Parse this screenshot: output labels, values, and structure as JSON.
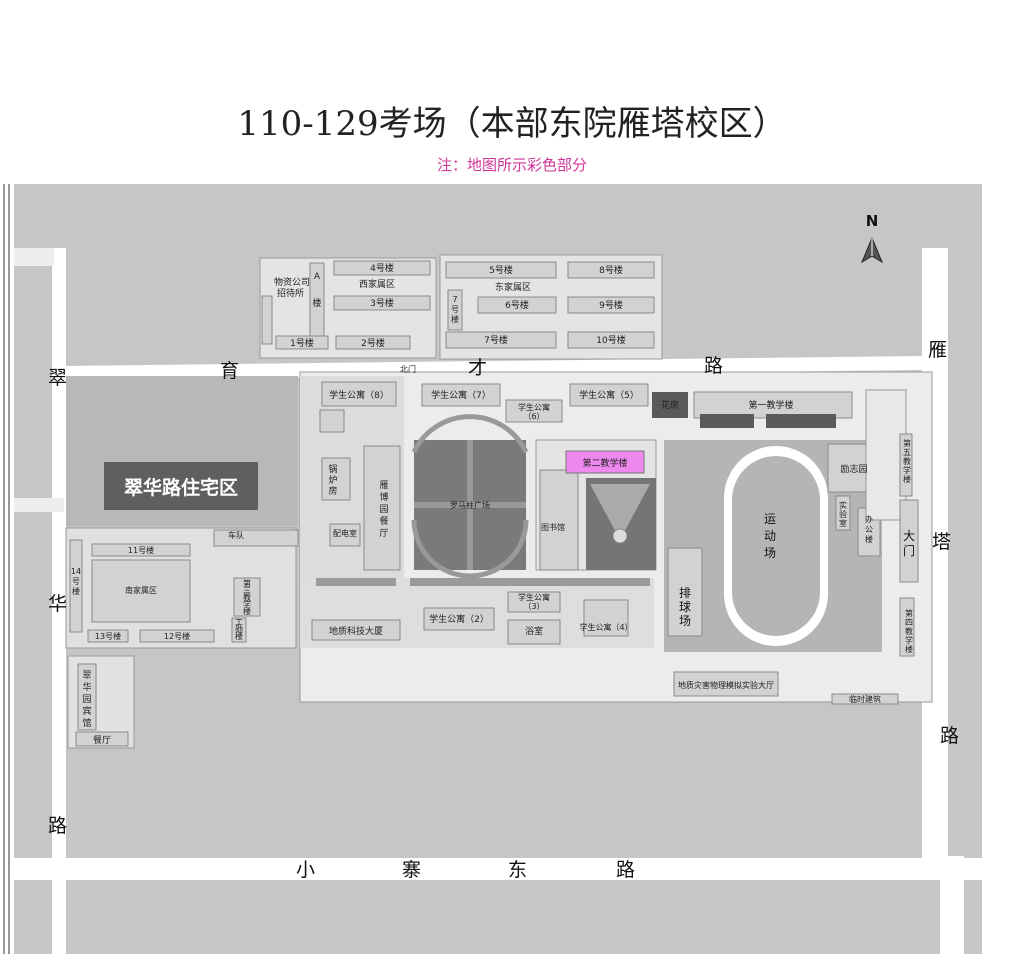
{
  "title": "110-129考场（本部东院雁塔校区）",
  "note": "注：地图所示彩色部分",
  "colors": {
    "highlight": "#ee88ee",
    "building": "#d2d2d2",
    "ground": "#c6c6c6",
    "dark": "#5a5a5a",
    "road": "#ffffff"
  },
  "compass": "N",
  "roads": {
    "yucai": [
      "育",
      "才",
      "路"
    ],
    "yanta": [
      "雁",
      "塔",
      "路"
    ],
    "cuihua": [
      "翠",
      "华",
      "路"
    ],
    "xiaozhai": [
      "小",
      "寨",
      "东",
      "路"
    ]
  },
  "labels": {
    "wuzi": [
      "物资公司",
      "招待所"
    ],
    "a_lou": [
      "A",
      "楼"
    ],
    "lou4": "4号楼",
    "xijia": "西家属区",
    "lou3": "3号楼",
    "lou1": "1号楼",
    "lou2": "2号楼",
    "lou5": "5号楼",
    "lou8": "8号楼",
    "dongjia": "东家属区",
    "lou7v": [
      "7",
      "号",
      "楼"
    ],
    "lou6": "6号楼",
    "lou9": "9号楼",
    "lou7": "7号楼",
    "lou10": "10号楼",
    "beimen": "北门",
    "apt8": "学生公寓（8）",
    "apt7": "学生公寓（7）",
    "apt6": [
      "学生公寓",
      "（6）"
    ],
    "apt5": "学生公寓（5）",
    "huafang": "花房",
    "teach1": "第一教学楼",
    "teach5": [
      "第",
      "五",
      "教",
      "学",
      "楼"
    ],
    "teach2": "第二教学楼",
    "guolu": [
      "锅",
      "炉",
      "房"
    ],
    "canting": [
      "雁",
      "博",
      "园",
      "餐",
      "厅"
    ],
    "luoma": "罗马柱广场",
    "library": "图书馆",
    "yundong": [
      "运",
      "动",
      "场"
    ],
    "lizhi": "励志园",
    "shiyan": [
      "实",
      "验",
      "室"
    ],
    "damen": [
      "大",
      "门"
    ],
    "bangong": [
      "办",
      "公",
      "楼"
    ],
    "paiqiu": [
      "排",
      "球",
      "场"
    ],
    "residential": "翠华路住宅区",
    "chedui": "车队",
    "peidian": "配电室",
    "lou11": "11号楼",
    "lou14": [
      "14",
      "号",
      "楼"
    ],
    "nanjia": "南家属区",
    "lou13": "13号楼",
    "lou12": "12号楼",
    "teach3": [
      "第",
      "三",
      "教",
      "学",
      "楼"
    ],
    "gongxun": [
      "工",
      "勋",
      "楼"
    ],
    "dizhi": "地质科技大厦",
    "apt2": "学生公寓（2）",
    "apt3": [
      "学生公寓",
      "（3）"
    ],
    "yushi": "浴室",
    "apt4": "学生公寓（4）",
    "teach4": [
      "第",
      "四",
      "教",
      "学",
      "楼"
    ],
    "dizhisim": "地质灾害物理模拟实验大厅",
    "linshi": "临时建筑",
    "bingguan": [
      "翠",
      "华",
      "园",
      "宾",
      "馆"
    ],
    "canting2": "餐厅"
  }
}
